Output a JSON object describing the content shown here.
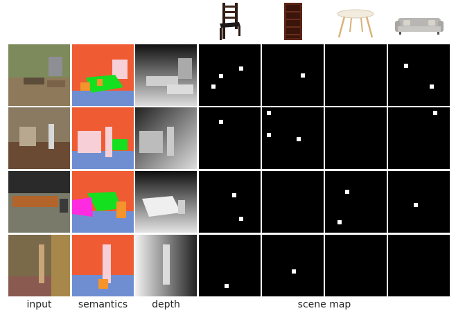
{
  "labels": {
    "input": "input",
    "semantics": "semantics",
    "depth": "depth",
    "scene_map": "scene map"
  },
  "object_icons": [
    "chair-icon",
    "bookshelf-icon",
    "table-icon",
    "sofa-icon"
  ],
  "colors": {
    "wall": "#ef5b33",
    "floor": "#6f8ed1",
    "table": "#14e01f",
    "chair": "#f4942a",
    "bookshelf": "#f7cfd7",
    "sofa": "#ff2be0",
    "map_background": "#000000",
    "map_marker": "#ffffff"
  },
  "rows": [
    {
      "scene_map": [
        [
          [
            0.35,
            0.52
          ],
          [
            0.7,
            0.38
          ],
          [
            0.22,
            0.7
          ]
        ],
        [
          [
            0.68,
            0.5
          ]
        ],
        [],
        [
          [
            0.28,
            0.34
          ],
          [
            0.72,
            0.7
          ]
        ]
      ]
    },
    {
      "scene_map": [
        [
          [
            0.35,
            0.22
          ]
        ],
        [
          [
            0.08,
            0.06
          ],
          [
            0.08,
            0.45
          ],
          [
            0.6,
            0.52
          ]
        ],
        [],
        [
          [
            0.78,
            0.06
          ]
        ]
      ]
    },
    {
      "scene_map": [
        [
          [
            0.58,
            0.38
          ],
          [
            0.7,
            0.8
          ]
        ],
        [],
        [
          [
            0.35,
            0.32
          ],
          [
            0.22,
            0.86
          ]
        ],
        [
          [
            0.45,
            0.55
          ]
        ]
      ]
    },
    {
      "scene_map": [
        [
          [
            0.44,
            0.86
          ]
        ],
        [
          [
            0.52,
            0.6
          ]
        ],
        [],
        []
      ]
    }
  ]
}
